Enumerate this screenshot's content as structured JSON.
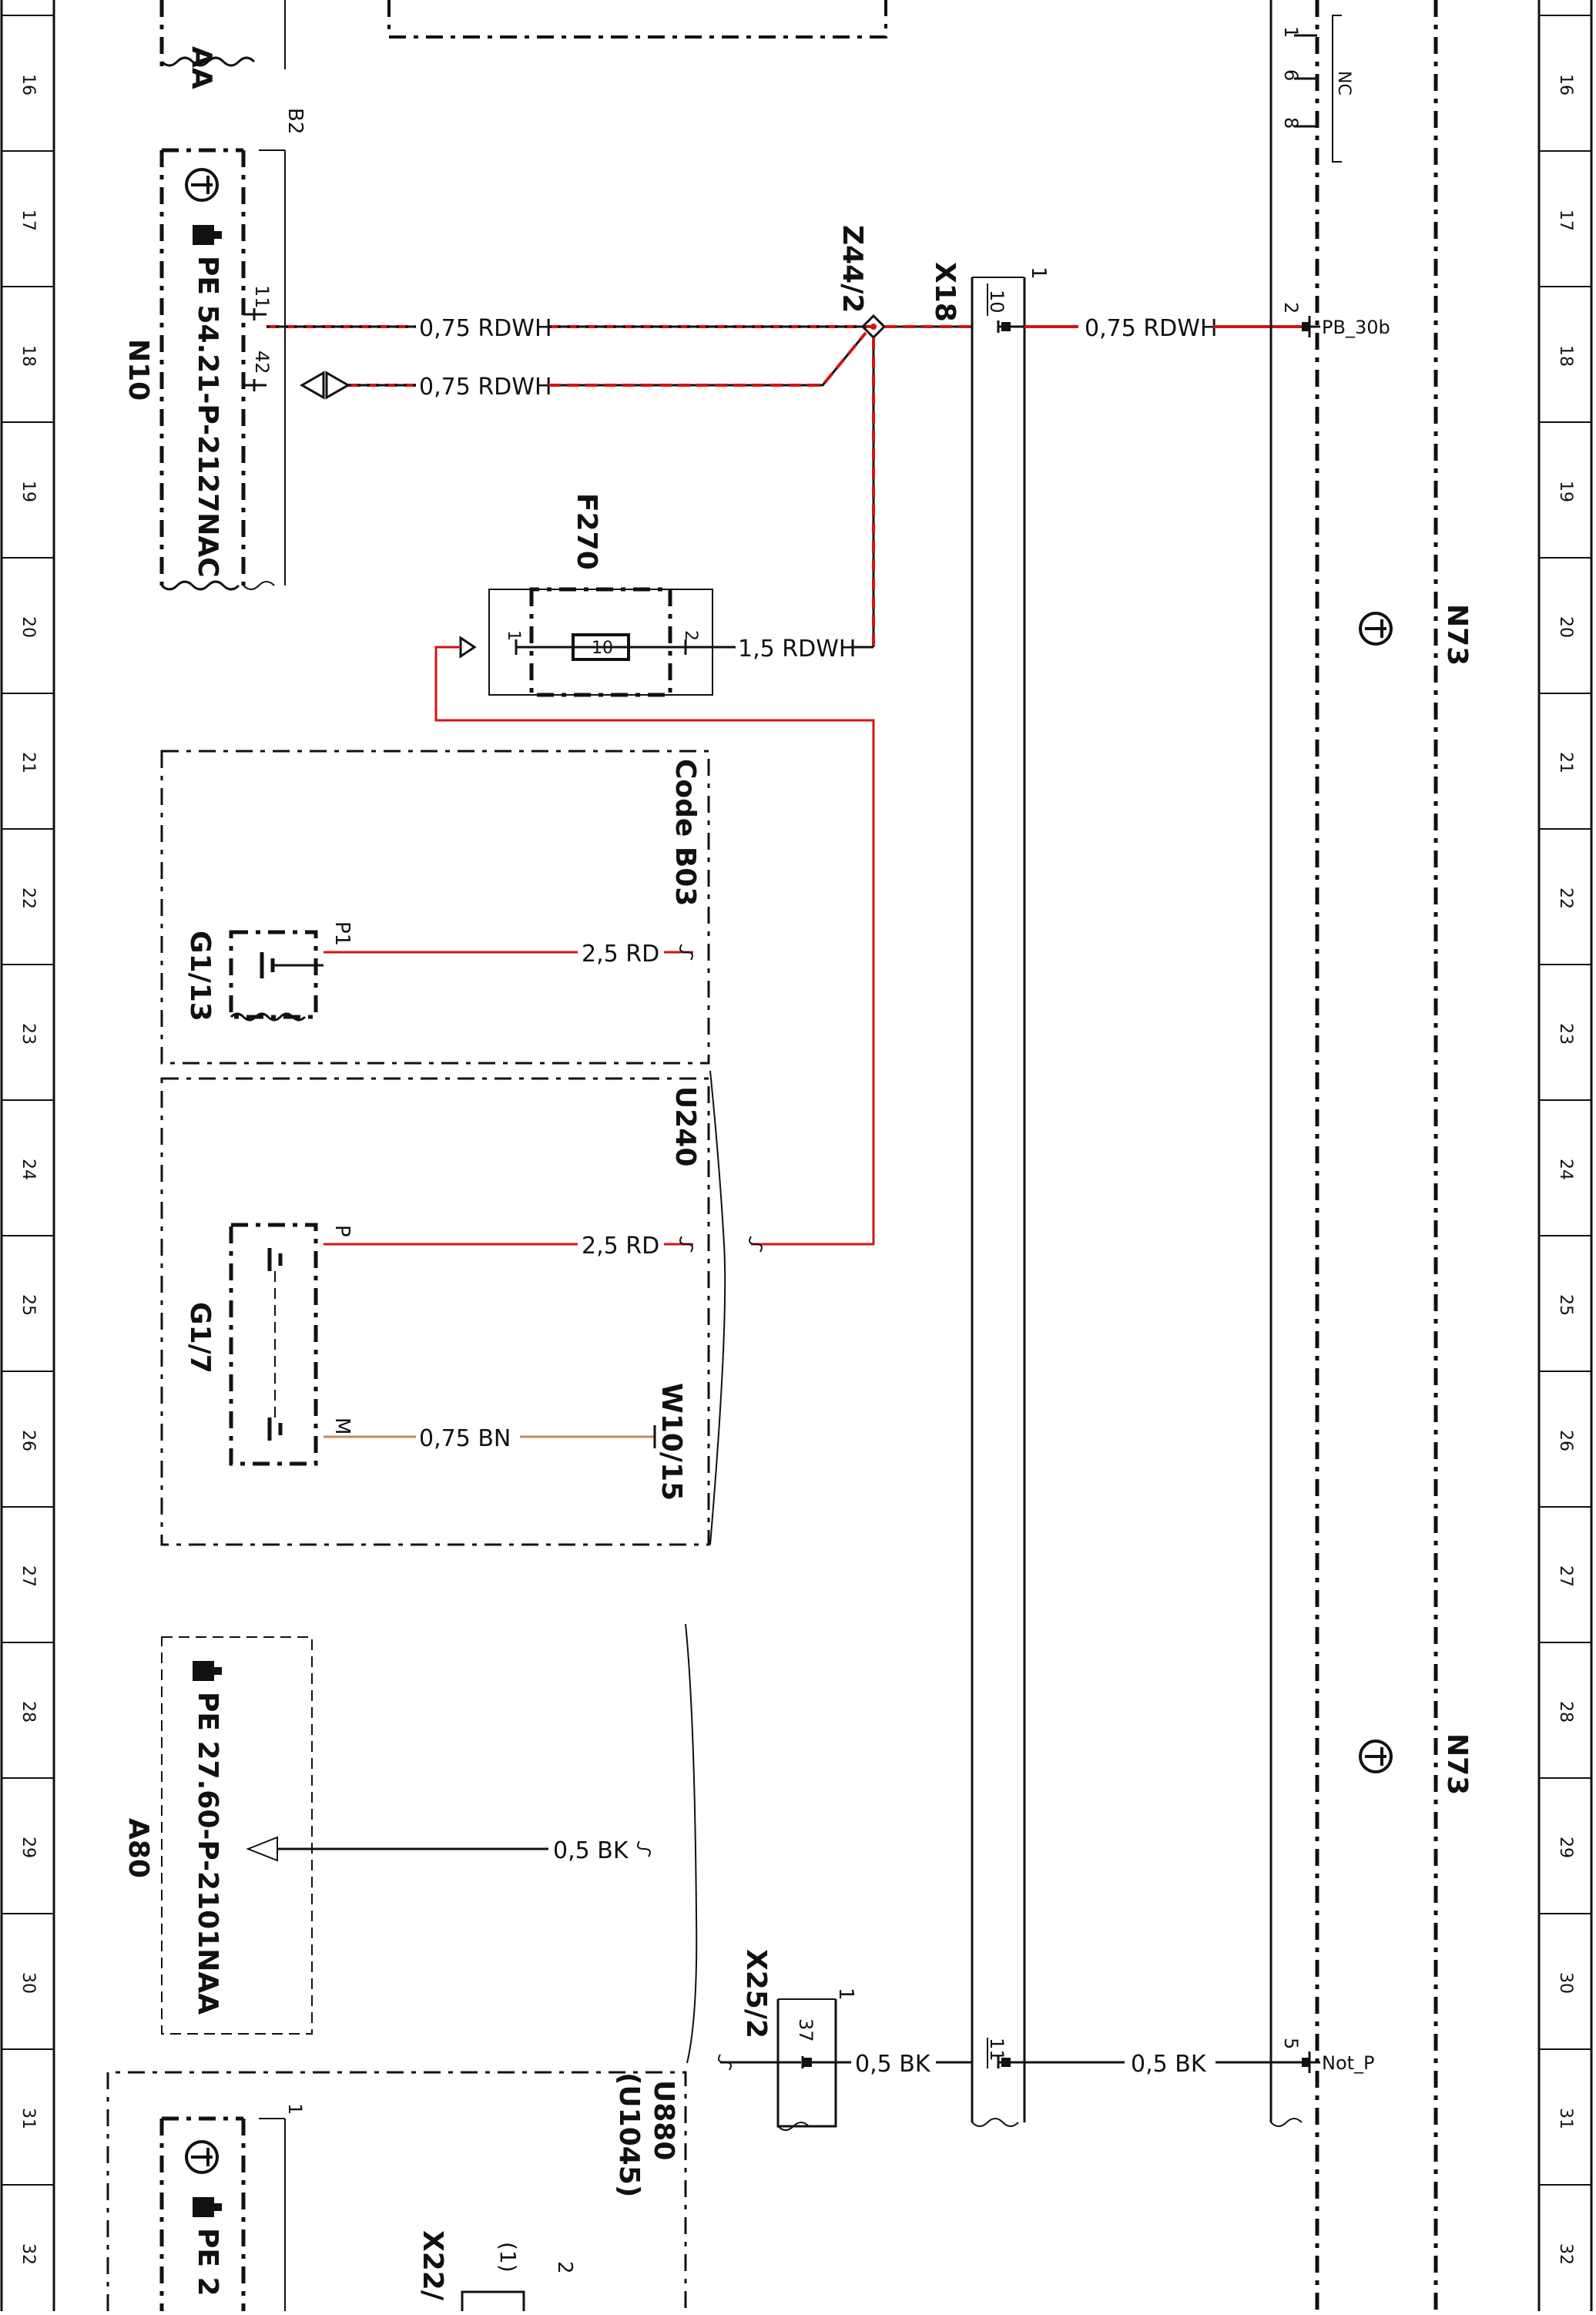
{
  "ruler": {
    "numbers": [
      "16",
      "17",
      "18",
      "19",
      "20",
      "21",
      "22",
      "23",
      "24",
      "25",
      "26",
      "27",
      "28",
      "29",
      "30",
      "31",
      "32"
    ]
  },
  "components": {
    "n10": {
      "name": "N10",
      "ref": "PE 54.21-P-2127NAC",
      "pin_top": "B2",
      "pin_a": "11",
      "pin_b": "42"
    },
    "z44": {
      "name": "Z44/2"
    },
    "x18": {
      "name": "X18",
      "index": "1",
      "pin_a": "10",
      "pin_b": "11"
    },
    "n73_top": {
      "name": "N73",
      "nc": "NC",
      "pins": [
        "1",
        "6",
        "8"
      ],
      "pin_pb": "2",
      "pb_label": "PB_30b",
      "pin_not": "5",
      "not_label": "Not_P"
    },
    "n73_mid": {
      "name": "N73"
    },
    "f270": {
      "name": "F270",
      "rating": "10",
      "pin_1": "1",
      "pin_2": "2"
    },
    "code_b03": {
      "label": "Code B03",
      "battery": "G1/13",
      "pin": "P1"
    },
    "u240": {
      "label": "U240",
      "battery": "G1/7",
      "pin_p": "P",
      "pin_m": "M",
      "ground": "W10/15"
    },
    "a80": {
      "name": "A80",
      "ref": "PE 27.60-P-2101NAA"
    },
    "x25": {
      "name": "X25/2",
      "index": "1",
      "pin": "37"
    },
    "u880": {
      "label": "U880",
      "sublabel": "(U1045)"
    },
    "bottom": {
      "ref_partial": "PE 2",
      "x22": "X22/",
      "pin_paren": "(1)",
      "pin_2": "2",
      "pin_1": "1"
    },
    "top_partial": {
      "text": "AA"
    }
  },
  "wires": {
    "w1": "0,75 RDWH",
    "w2": "0,75 RDWH",
    "w3": "0,75 RDWH",
    "w4": "1,5 RDWH",
    "w5": "2,5 RD",
    "w6": "2,5 RD",
    "w7": "0,75 BN",
    "w8": "0,5 BK",
    "w9": "0,5 BK",
    "w10": "0,5 BK"
  },
  "colors": {
    "red_wire": "#d21414",
    "brown_wire": "#c98a55",
    "line": "#111111"
  },
  "icons": [
    "ground-symbol-icon",
    "pointing-hand-icon",
    "arrow-icon"
  ]
}
